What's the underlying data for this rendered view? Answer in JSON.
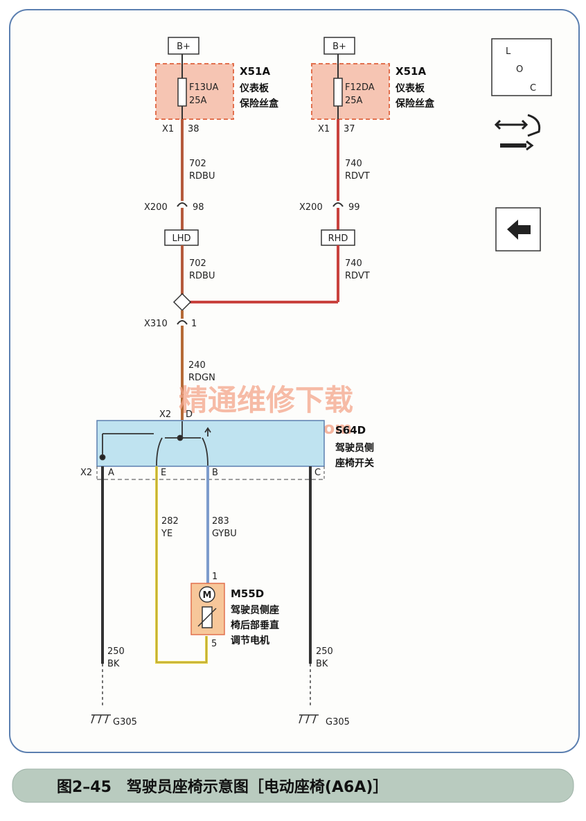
{
  "diagram": {
    "top_left": {
      "supply": "B+",
      "fuse": "F13UA",
      "fuse_rating": "25A",
      "fuse_box_id": "X51A",
      "fuse_box_line1": "仪表板",
      "fuse_box_line2": "保险丝盒",
      "conn": "X1",
      "pin": "38",
      "wire_num": "702",
      "wire_color": "RDBU",
      "inline_conn": "X200",
      "inline_pin": "98",
      "tag": "LHD",
      "wire_num2": "702",
      "wire_color2": "RDBU"
    },
    "top_right": {
      "supply": "B+",
      "fuse": "F12DA",
      "fuse_rating": "25A",
      "fuse_box_id": "X51A",
      "fuse_box_line1": "仪表板",
      "fuse_box_line2": "保险丝盒",
      "conn": "X1",
      "pin": "37",
      "wire_num": "740",
      "wire_color": "RDVT",
      "inline_conn": "X200",
      "inline_pin": "99",
      "tag": "RHD",
      "wire_num2": "740",
      "wire_color2": "RDVT"
    },
    "splice": {
      "conn": "X310",
      "pin": "1",
      "wire_num": "240",
      "wire_color": "RDGN"
    },
    "switch": {
      "id": "S64D",
      "name_line1": "驾驶员侧",
      "name_line2": "座椅开关",
      "conn_top": "X2",
      "pin_top": "D",
      "conn_bottom": "X2",
      "pin_a": "A",
      "pin_e": "E",
      "pin_b": "B",
      "pin_c": "C"
    },
    "wires": {
      "ye_num": "282",
      "ye_color": "YE",
      "gybu_num": "283",
      "gybu_color": "GYBU",
      "left_gnd_num": "250",
      "left_gnd_color": "BK",
      "right_gnd_num": "250",
      "right_gnd_color": "BK"
    },
    "motor": {
      "id": "M55D",
      "symbol": "M",
      "line1": "驾驶员侧座",
      "line2": "椅后部垂直",
      "line3": "调节电机",
      "pin_top": "1",
      "pin_bottom": "5"
    },
    "grounds": {
      "left": "G305",
      "right": "G305"
    },
    "loc_box": {
      "l": "L",
      "o": "O",
      "c": "C"
    },
    "watermark": {
      "cn": "精通维修下载",
      "url": "www.gzweix.com"
    }
  },
  "caption": {
    "title": "图2–45　驾驶员座椅示意图［电动座椅(A6A)］"
  },
  "colors": {
    "rdbu": "#b55a3c",
    "rdvt": "#c9423e",
    "rdgn": "#b56a36",
    "ye": "#e8d44d",
    "gybu": "#7d9ccc",
    "bk": "#333333",
    "fuse_box": "#f6c5b3",
    "switch_box": "#bfe3f0",
    "frame": "#5b7fb0"
  }
}
